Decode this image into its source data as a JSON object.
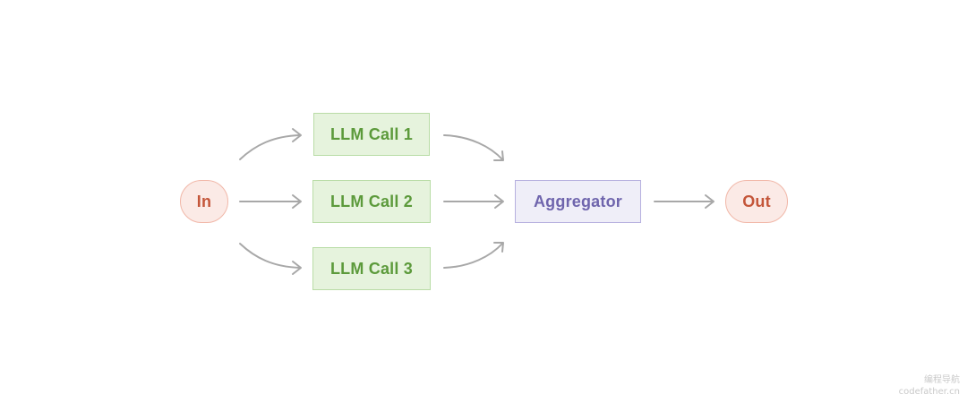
{
  "diagram": {
    "input": "In",
    "calls": [
      "LLM Call 1",
      "LLM Call 2",
      "LLM Call 3"
    ],
    "aggregator": "Aggregator",
    "output": "Out"
  },
  "watermark": {
    "line1": "编程导航",
    "line2": "codefather.cn"
  },
  "colors": {
    "io_text": "#c4563a",
    "io_fill": "#fbeae6",
    "llm_text": "#5c9a3b",
    "llm_fill": "#e6f3dd",
    "agg_text": "#6f65ad",
    "agg_fill": "#efeef8",
    "arrow": "#a8a8a8"
  }
}
